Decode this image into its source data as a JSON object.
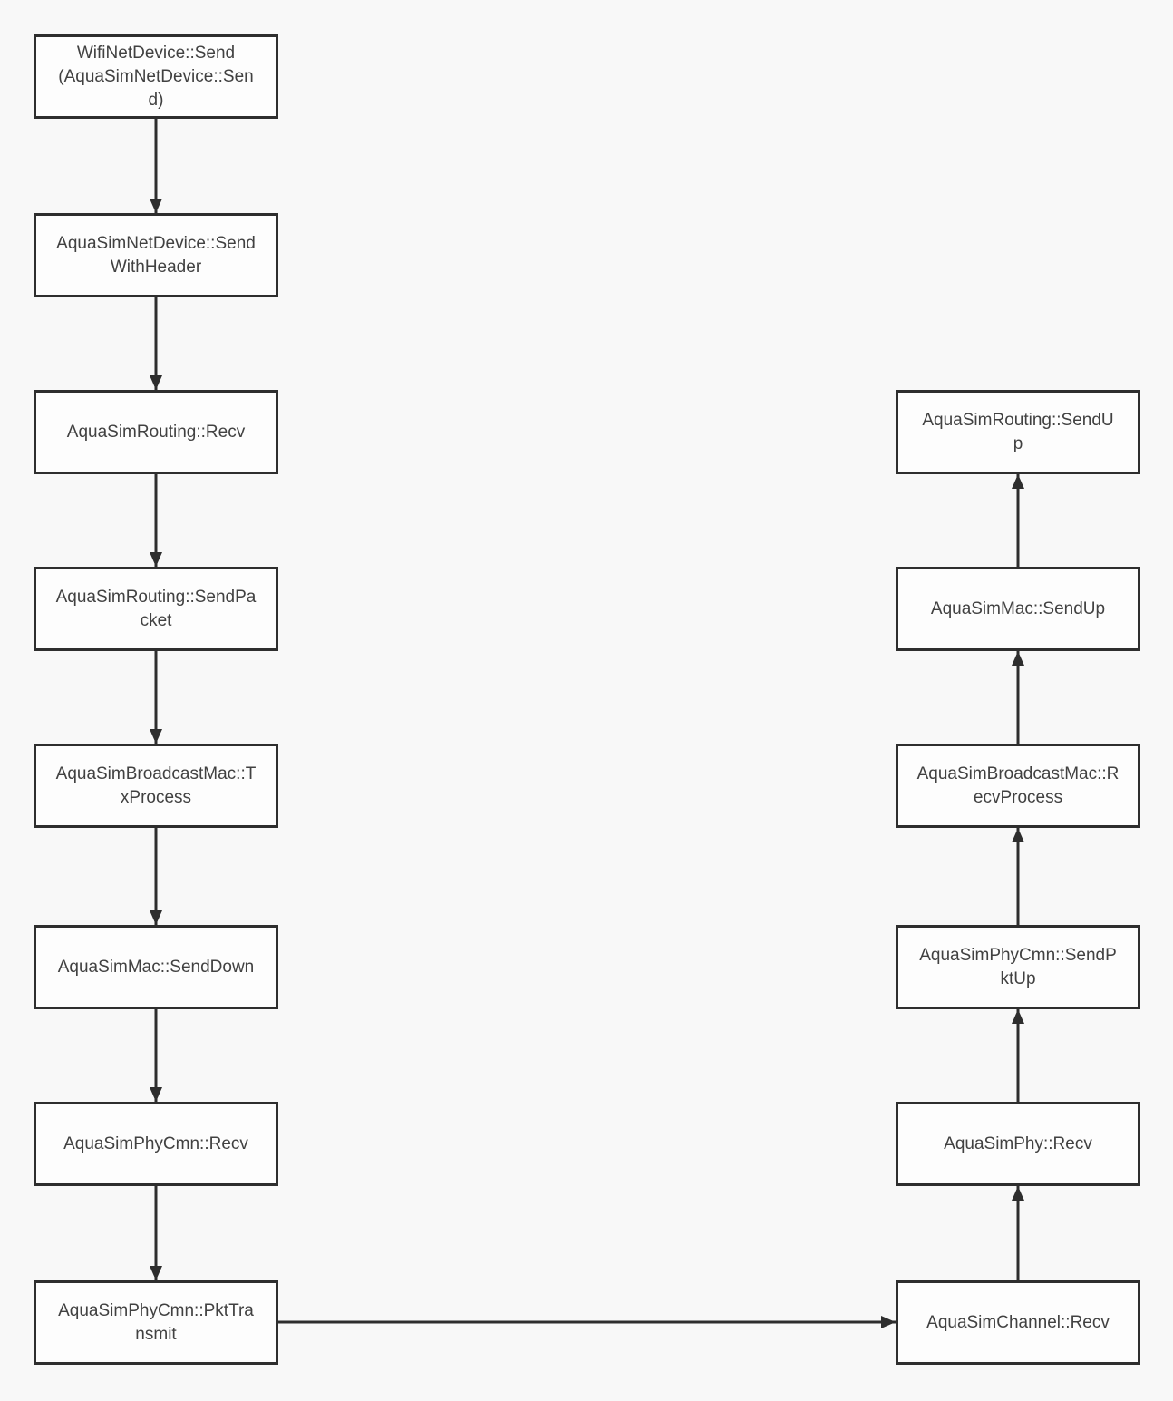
{
  "diagram": {
    "background_color": "#f8f8f8",
    "node_border_color": "#2e2e2e",
    "node_fill_color": "#fdfdfd",
    "node_text_color": "#414141",
    "arrow_color": "#2e2e2e",
    "send_chain": [
      {
        "label": "WifiNetDevice::Send (AquaSimNetDevice::Send)",
        "display": "WifiNetDevice::Send\n(AquaSimNetDevice::Sen\nd)"
      },
      {
        "label": "AquaSimNetDevice::SendWithHeader",
        "display": "AquaSimNetDevice::Send\nWithHeader"
      },
      {
        "label": "AquaSimRouting::Recv",
        "display": "AquaSimRouting::Recv"
      },
      {
        "label": "AquaSimRouting::SendPacket",
        "display": "AquaSimRouting::SendPa\ncket"
      },
      {
        "label": "AquaSimBroadcastMac::TxProcess",
        "display": "AquaSimBroadcastMac::T\nxProcess"
      },
      {
        "label": "AquaSimMac::SendDown",
        "display": "AquaSimMac::SendDown"
      },
      {
        "label": "AquaSimPhyCmn::Recv",
        "display": "AquaSimPhyCmn::Recv"
      },
      {
        "label": "AquaSimPhyCmn::PktTransmit",
        "display": "AquaSimPhyCmn::PktTra\nnsmit"
      }
    ],
    "recv_chain": [
      {
        "label": "AquaSimRouting::SendUp",
        "display": "AquaSimRouting::SendU\np"
      },
      {
        "label": "AquaSimMac::SendUp",
        "display": "AquaSimMac::SendUp"
      },
      {
        "label": "AquaSimBroadcastMac::RecvProcess",
        "display": "AquaSimBroadcastMac::R\necvProcess"
      },
      {
        "label": "AquaSimPhyCmn::SendPktUp",
        "display": "AquaSimPhyCmn::SendP\nktUp"
      },
      {
        "label": "AquaSimPhy::Recv",
        "display": "AquaSimPhy::Recv"
      },
      {
        "label": "AquaSimChannel::Recv",
        "display": "AquaSimChannel::Recv"
      }
    ],
    "edges": [
      {
        "from": "WifiNetDevice::Send (AquaSimNetDevice::Send)",
        "to": "AquaSimNetDevice::SendWithHeader",
        "direction": "down"
      },
      {
        "from": "AquaSimNetDevice::SendWithHeader",
        "to": "AquaSimRouting::Recv",
        "direction": "down"
      },
      {
        "from": "AquaSimRouting::Recv",
        "to": "AquaSimRouting::SendPacket",
        "direction": "down"
      },
      {
        "from": "AquaSimRouting::SendPacket",
        "to": "AquaSimBroadcastMac::TxProcess",
        "direction": "down"
      },
      {
        "from": "AquaSimBroadcastMac::TxProcess",
        "to": "AquaSimMac::SendDown",
        "direction": "down"
      },
      {
        "from": "AquaSimMac::SendDown",
        "to": "AquaSimPhyCmn::Recv",
        "direction": "down"
      },
      {
        "from": "AquaSimPhyCmn::Recv",
        "to": "AquaSimPhyCmn::PktTransmit",
        "direction": "down"
      },
      {
        "from": "AquaSimPhyCmn::PktTransmit",
        "to": "AquaSimChannel::Recv",
        "direction": "right"
      },
      {
        "from": "AquaSimChannel::Recv",
        "to": "AquaSimPhy::Recv",
        "direction": "up"
      },
      {
        "from": "AquaSimPhy::Recv",
        "to": "AquaSimPhyCmn::SendPktUp",
        "direction": "up"
      },
      {
        "from": "AquaSimPhyCmn::SendPktUp",
        "to": "AquaSimBroadcastMac::RecvProcess",
        "direction": "up"
      },
      {
        "from": "AquaSimBroadcastMac::RecvProcess",
        "to": "AquaSimMac::SendUp",
        "direction": "up"
      },
      {
        "from": "AquaSimMac::SendUp",
        "to": "AquaSimRouting::SendUp",
        "direction": "up"
      }
    ]
  }
}
